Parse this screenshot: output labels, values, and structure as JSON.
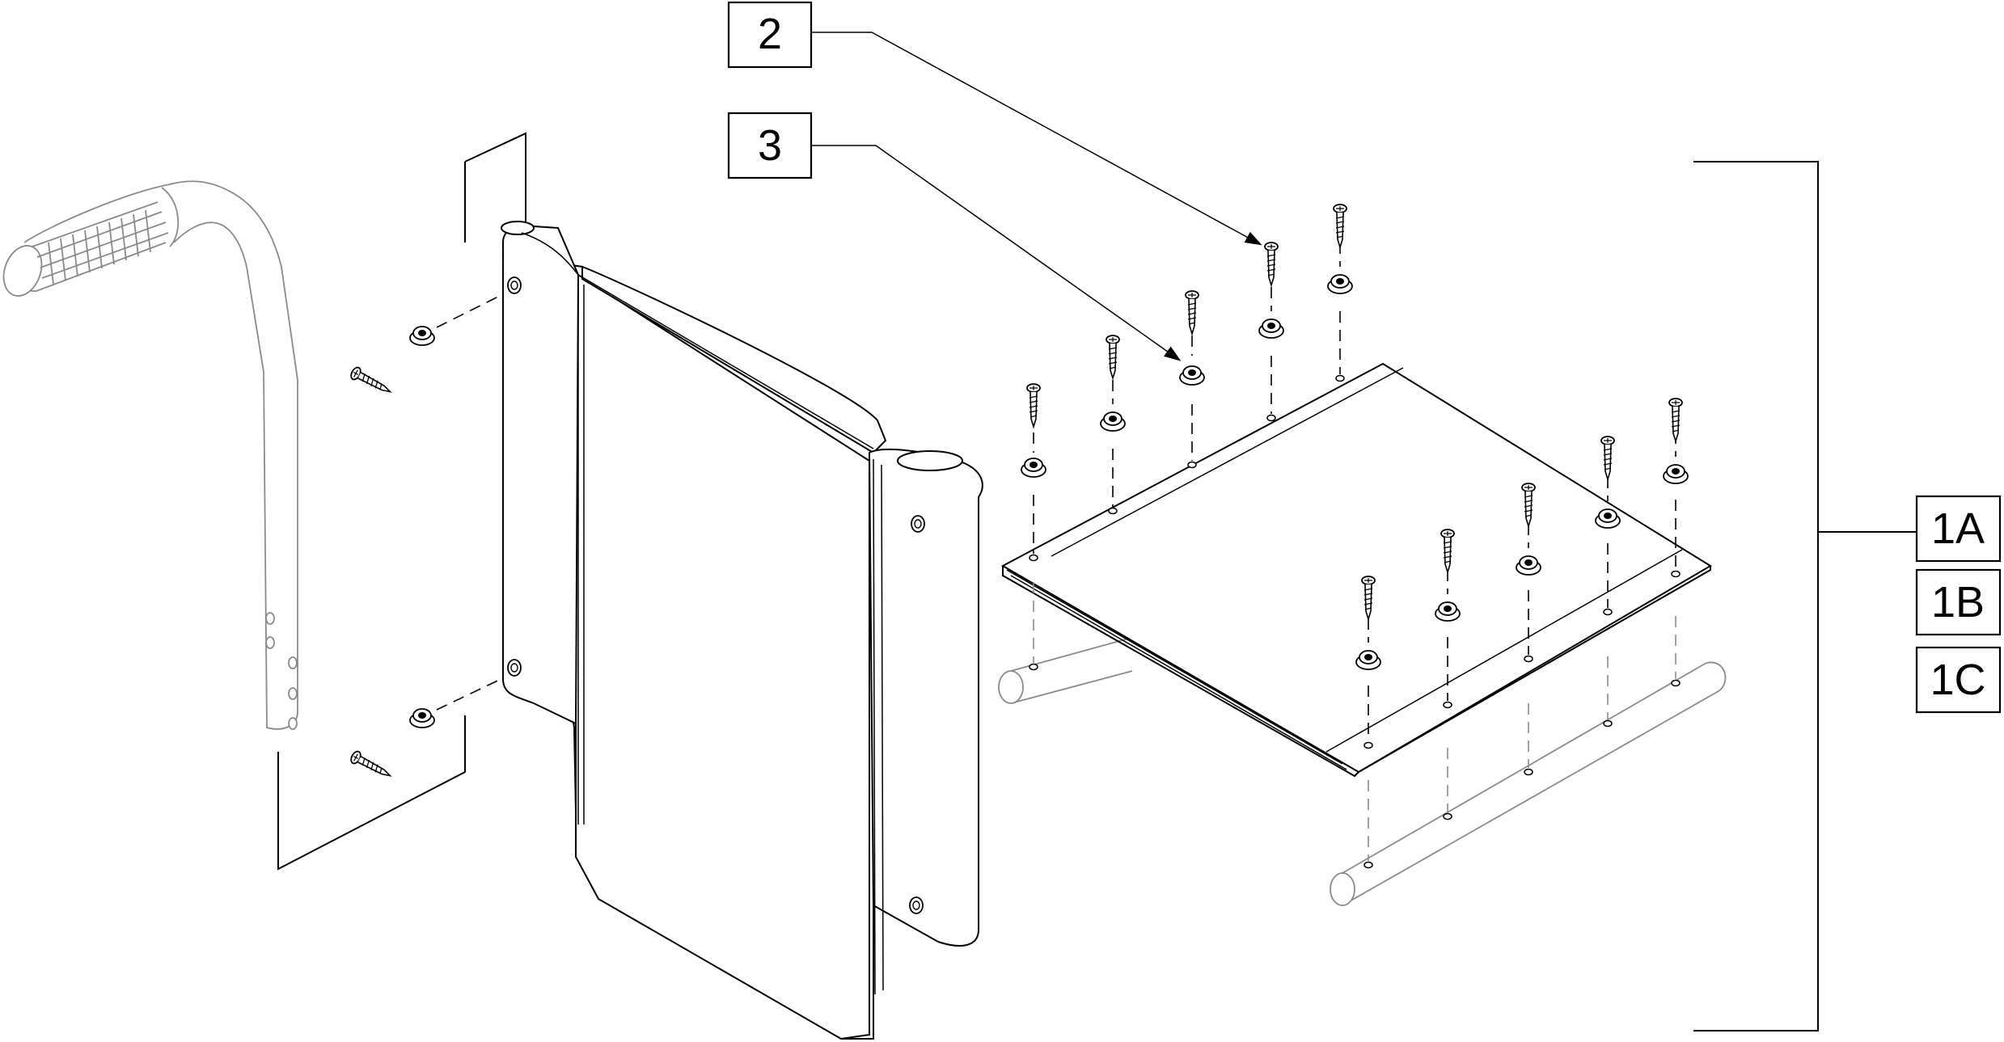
{
  "callouts": {
    "part_2": "2",
    "part_3": "3",
    "part_1a": "1A",
    "part_1b": "1B",
    "part_1c": "1C"
  },
  "colors": {
    "line": "#000000",
    "ghost_line": "#8a8a8a",
    "background": "#ffffff"
  }
}
